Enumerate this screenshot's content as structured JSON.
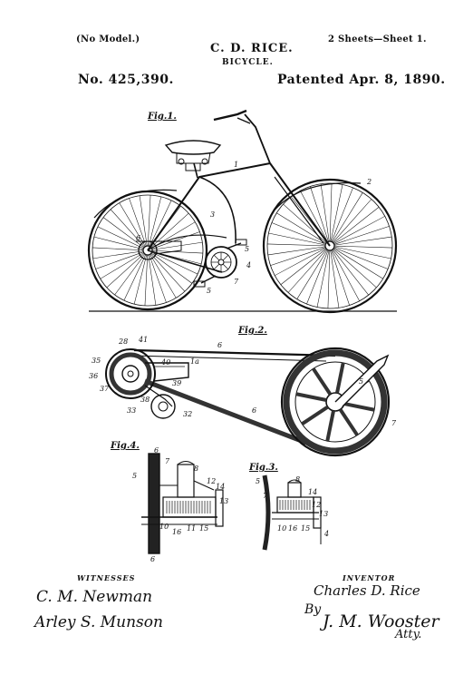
{
  "header": {
    "model_note": "(No Model.)",
    "inventor_name": "C. D. RICE.",
    "sheet": "2 Sheets—Sheet 1.",
    "invention": "BICYCLE.",
    "patent_number": "No. 425,390.",
    "patent_date": "Patented Apr. 8, 1890."
  },
  "figures": {
    "fig1": "Fig.1.",
    "fig2": "Fig.2.",
    "fig3": "Fig.3.",
    "fig4": "Fig.4."
  },
  "fig1_labels": [
    "1",
    "2",
    "3",
    "4",
    "5",
    "5",
    "6",
    "7"
  ],
  "fig2_labels": [
    "28",
    "41",
    "6",
    "35",
    "36",
    "37",
    "40",
    "38",
    "39",
    "33",
    "32",
    "6",
    "5",
    "7",
    "1a"
  ],
  "fig3_labels": [
    "5",
    "7",
    "14",
    "16",
    "15",
    "10",
    "12",
    "13",
    "8",
    "4"
  ],
  "fig4_labels": [
    "6",
    "8",
    "12",
    "14",
    "16",
    "11",
    "15",
    "13",
    "7",
    "5",
    "6",
    "10"
  ],
  "footer": {
    "witnesses_heading": "WITNESSES",
    "witness_1": "C. M. Newman",
    "witness_2": "Arley S. Munson",
    "inventor_heading": "INVENTOR",
    "inventor_signature": "Charles D. Rice",
    "by_label": "By",
    "attorney_signature": "J. M. Wooster",
    "attorney_suffix": "Atty."
  }
}
